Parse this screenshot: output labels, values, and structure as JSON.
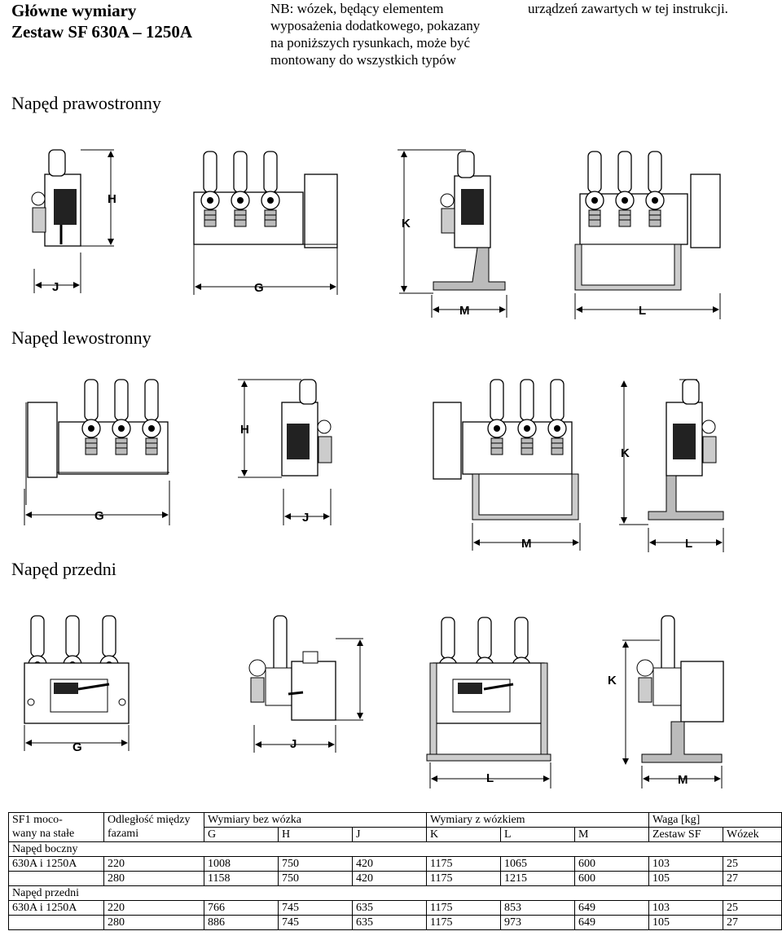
{
  "header": {
    "title_line1": "Główne wymiary",
    "title_line2": "Zestaw SF 630A – 1250A",
    "note_lines": [
      "NB: wózek, będący elementem",
      "wyposażenia dodatkowego, pokazany",
      "na poniższych rysunkach, może być",
      "montowany do wszystkich typów"
    ],
    "note_continuation": "urządzeń zawartych w tej instrukcji."
  },
  "sections": {
    "right": "Napęd prawostronny",
    "left": "Napęd lewostronny",
    "front": "Napęd przedni"
  },
  "dim_labels": {
    "g": "G",
    "h": "H",
    "j": "J",
    "k": "K",
    "l": "L",
    "m": "M"
  },
  "table": {
    "col1_line1": "SF1 moco-",
    "col1_line2": "wany na stałe",
    "col2_line1": "Odległość między",
    "col2_line2": "fazami",
    "group_no_cart": "Wymiary bez wózka",
    "group_with_cart": "Wymiary z  wózkiem",
    "group_weight": "Waga [kg]",
    "sub_headers": [
      "G",
      "H",
      "J",
      "K",
      "L",
      "M",
      "Zestaw SF",
      "Wózek"
    ],
    "sections": [
      {
        "title": "Napęd boczny",
        "rows": [
          {
            "type": "630A i 1250A",
            "values": [
              "220",
              "1008",
              "750",
              "420",
              "1175",
              "1065",
              "600",
              "103",
              "25"
            ]
          },
          {
            "type": "",
            "values": [
              "280",
              "1158",
              "750",
              "420",
              "1175",
              "1215",
              "600",
              "105",
              "27"
            ]
          }
        ]
      },
      {
        "title": "Napęd przedni",
        "rows": [
          {
            "type": "630A i 1250A",
            "values": [
              "220",
              "766",
              "745",
              "635",
              "1175",
              "853",
              "649",
              "103",
              "25"
            ]
          },
          {
            "type": "",
            "values": [
              "280",
              "886",
              "745",
              "635",
              "1175",
              "973",
              "649",
              "105",
              "27"
            ]
          }
        ]
      }
    ]
  }
}
